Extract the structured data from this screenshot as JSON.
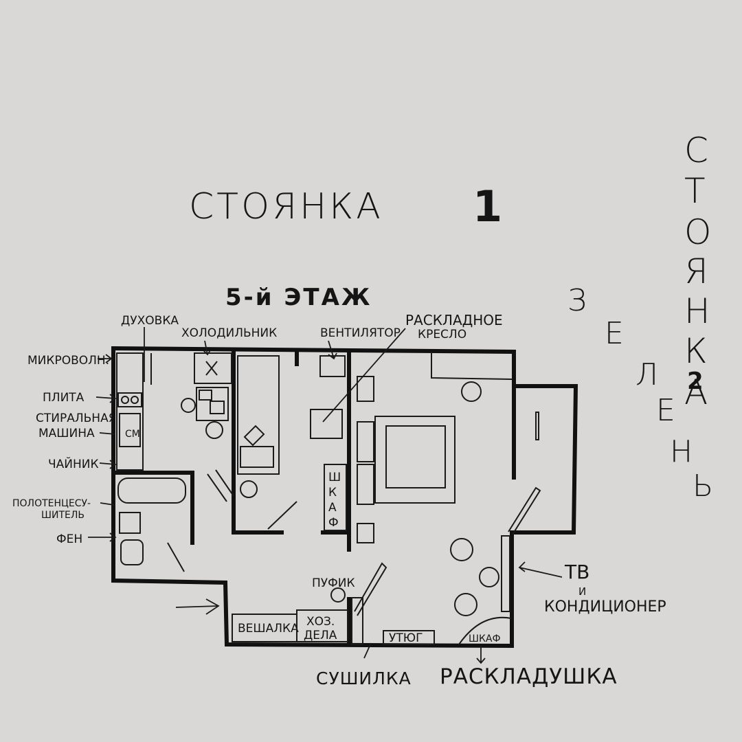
{
  "labels": {
    "parking_1": "СТОЯНКА",
    "parking_1_num": "1",
    "parking_2_letters": [
      "С",
      "Т",
      "О",
      "Я",
      "Н",
      "К",
      "А"
    ],
    "parking_2_num": "2",
    "greenery_letters": [
      "З",
      "Е",
      "Л",
      "Е",
      "Н",
      "Ь"
    ],
    "floor": "5-й  ЭТАЖ",
    "oven": "ДУХОВКА",
    "fridge": "ХОЛОДИЛЬНИК",
    "fan": "ВЕНТИЛЯТОР",
    "folding_chair_1": "РАСКЛАДНОЕ",
    "folding_chair_2": "КРЕСЛО",
    "microwave": "МИКРОВОЛН.",
    "stove": "ПЛИТА",
    "washer_1": "СТИРАЛЬНАЯ",
    "washer_2": "МАШИНА",
    "kettle": "ЧАЙНИК",
    "towel_dryer_1": "ПОЛОТЕНЦЕСУ-",
    "towel_dryer_2": "ШИТЕЛЬ",
    "hairdryer": "ФЕН",
    "washer_abbr": "СМ",
    "wardrobe_letters": [
      "Ш",
      "К",
      "А",
      "Ф"
    ],
    "tv_1": "ТВ",
    "tv_2": "И",
    "tv_3": "КОНДИЦИОНЕР",
    "pouf": "ПУФИК",
    "hanger": "ВЕШАЛКА",
    "household_1": "ХОЗ.",
    "household_2": "ДЕЛА",
    "iron": "УТЮГ",
    "wardrobe_small": "ШКАФ",
    "dryer": "СУШИЛКА",
    "cot": "РАСКЛАДУШКА"
  }
}
